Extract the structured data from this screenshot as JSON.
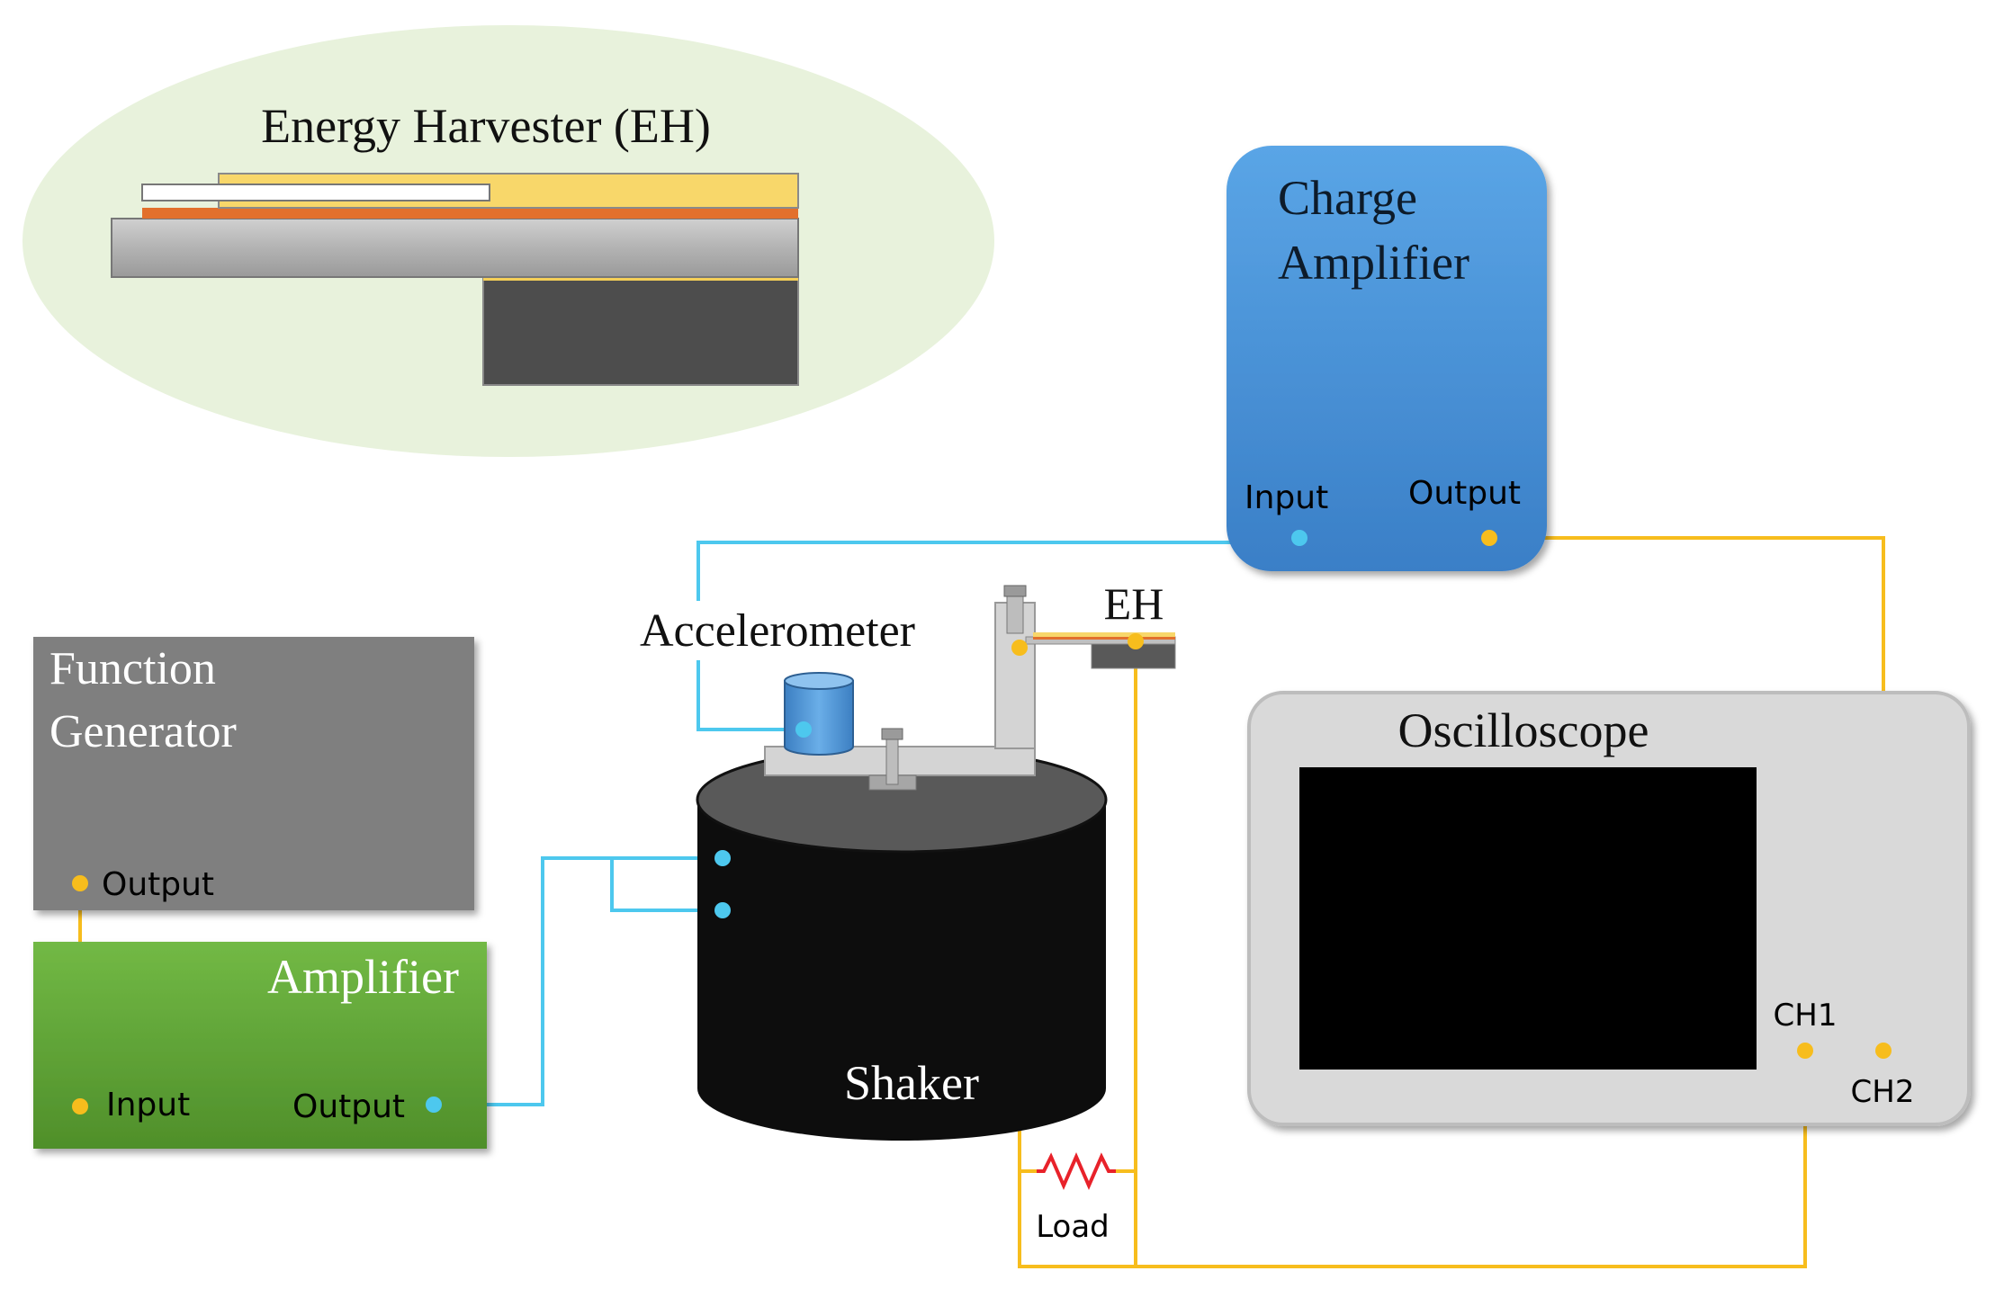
{
  "colors": {
    "signal_wire": "#4dc8ee",
    "output_wire": "#f7bd1d",
    "resistor": "#e8222a",
    "ellipse_fill": "#e8f2dc",
    "function_generator": "#7f7f7f",
    "amplifier": "#62a536",
    "charge_amplifier": "#4a90d9",
    "oscilloscope_body": "#d9d9d9",
    "oscilloscope_screen": "#000000",
    "shaker": "#0d0d0d"
  },
  "inset": {
    "title": "Energy Harvester (EH)"
  },
  "devices": {
    "function_generator": {
      "title_line1": "Function",
      "title_line2": "Generator",
      "output_label": "Output"
    },
    "amplifier": {
      "title": "Amplifier",
      "input_label": "Input",
      "output_label": "Output"
    },
    "charge_amplifier": {
      "title_line1": "Charge",
      "title_line2": "Amplifier",
      "input_label": "Input",
      "output_label": "Output"
    },
    "oscilloscope": {
      "title": "Oscilloscope",
      "ch1_label": "CH1",
      "ch2_label": "CH2"
    },
    "shaker": {
      "title": "Shaker"
    }
  },
  "labels": {
    "accelerometer": "Accelerometer",
    "eh": "EH",
    "load": "Load"
  }
}
